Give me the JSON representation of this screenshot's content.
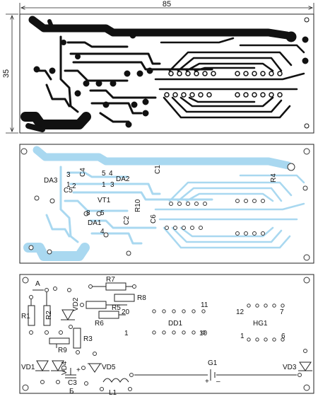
{
  "dimensions": {
    "width": "85",
    "height": "35"
  },
  "view1_labels": [],
  "view2_labels": {
    "DA3": "DA3",
    "C4": "C4",
    "p5": "5",
    "p4": "4",
    "DA2": "DA2",
    "C1": "C1",
    "p3": "3",
    "p1": "1",
    "p2": "2",
    "C5": "C5",
    "p1b": "1",
    "p3b": "3",
    "VT1": "VT1",
    "R10": "R10",
    "R4": "R4",
    "p8": "8",
    "p5b": "5",
    "C2": "C2",
    "C6": "C6",
    "DA1": "DA1",
    "p4b": "4"
  },
  "view3_labels": {
    "A": "A",
    "R7": "R7",
    "R8": "R8",
    "R5": "R5",
    "R1": "R1",
    "R2": "R2",
    "VD2": "VD2",
    "R6": "R6",
    "p20": "20",
    "p11": "11",
    "p12": "12",
    "p7": "7",
    "DD1": "DD1",
    "HG1": "HG1",
    "R3": "R3",
    "p1": "1",
    "p10": "10",
    "p1b": "1",
    "p6": "6",
    "R9": "R9",
    "G1": "G1",
    "VD1": "VD1",
    "VD4": "VD4",
    "VD5": "VD5",
    "VD3": "VD3",
    "C3": "C3",
    "B": "Б",
    "L1": "L1",
    "plus": "+",
    "minus": "–",
    "plus2": "+"
  },
  "colors": {
    "copper_view1": "#111111",
    "copper_view2": "#a9d8f0",
    "outline": "#222222"
  }
}
